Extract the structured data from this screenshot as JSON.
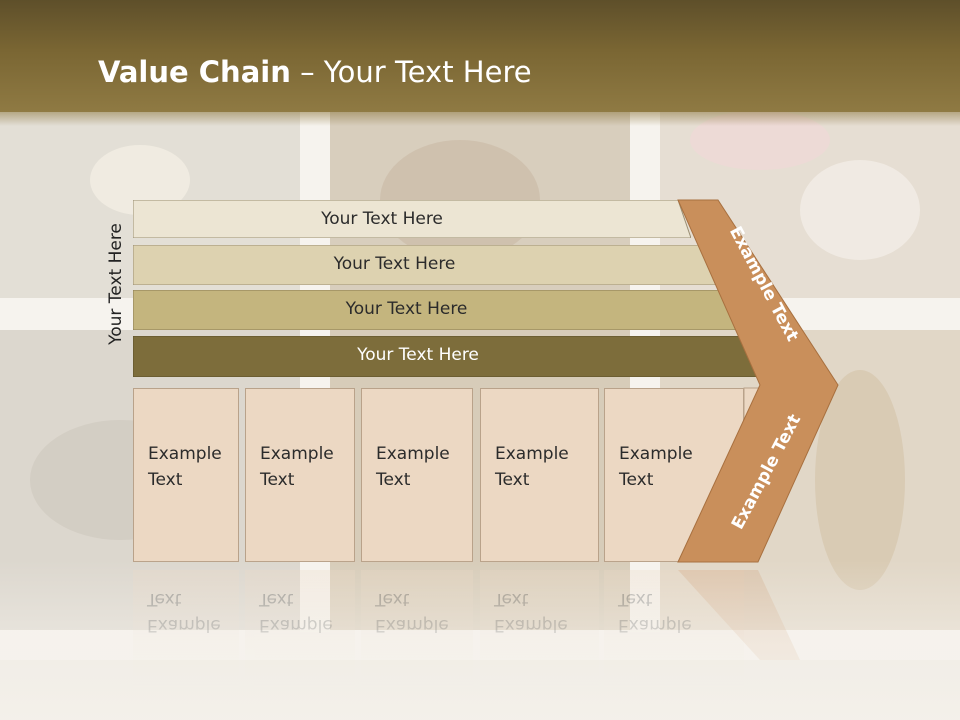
{
  "slide": {
    "title_bold": "Value Chain",
    "title_rest": " – Your Text Here",
    "side_label": "Your Text Here",
    "bands": [
      {
        "label": "Your Text Here",
        "color": "#ece5d3"
      },
      {
        "label": "Your Text Here",
        "color": "#ddd2b0"
      },
      {
        "label": "Your Text Here",
        "color": "#c4b57e"
      },
      {
        "label": "Your Text Here",
        "color": "#7d6d3b"
      }
    ],
    "boxes": [
      {
        "line1": "Example",
        "line2": "Text"
      },
      {
        "line1": "Example",
        "line2": "Text"
      },
      {
        "line1": "Example",
        "line2": "Text"
      },
      {
        "line1": "Example",
        "line2": "Text"
      },
      {
        "line1": "Example",
        "line2": "Text"
      }
    ],
    "chevron": {
      "upper_text": "Example Text",
      "lower_text": "Example Text",
      "color": "#c98f5b"
    }
  }
}
